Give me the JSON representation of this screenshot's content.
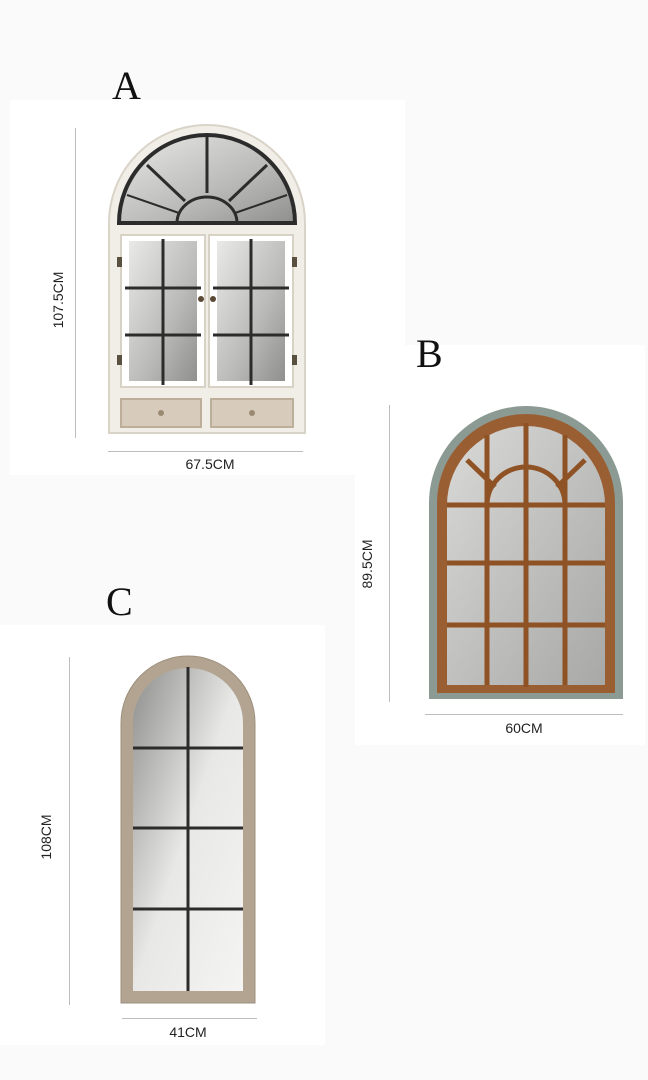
{
  "products": [
    {
      "label": "A",
      "width": "67.5CM",
      "height": "107.5CM"
    },
    {
      "label": "B",
      "width": "60CM",
      "height": "89.5CM"
    },
    {
      "label": "C",
      "width": "41CM",
      "height": "108CM"
    }
  ],
  "colors": {
    "background": "#fafafa",
    "panel": "#ffffff",
    "frame_a": "#f1eee8",
    "frame_b_outer": "#8c9a94",
    "frame_b_inner": "#9a5e33",
    "frame_c": "#b3a492",
    "mullion": "#2c2c2c",
    "glass": "#c9c9c7"
  }
}
